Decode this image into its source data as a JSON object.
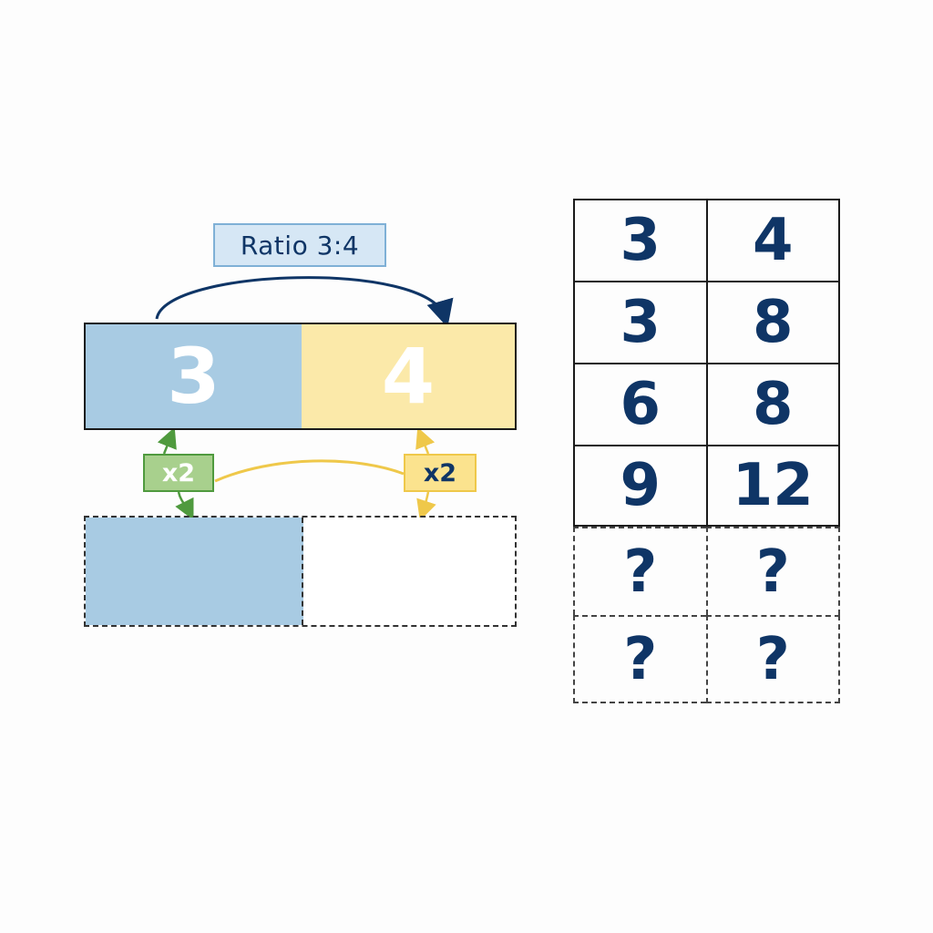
{
  "title": "Ratio 3:4",
  "tape": {
    "top_left_value": "3",
    "top_right_value": "4",
    "multiplier_left": "x2",
    "multiplier_right": "x2"
  },
  "table": {
    "rows": [
      [
        "3",
        "4"
      ],
      [
        "3",
        "8"
      ],
      [
        "6",
        "8"
      ],
      [
        "9",
        "12"
      ],
      [
        "?",
        "?"
      ],
      [
        "?",
        "?"
      ]
    ],
    "unknown_rows": [
      4,
      5
    ]
  },
  "colors": {
    "part_a": "#a8cbe3",
    "part_b": "#fbe9a9",
    "multiplier_green": "#a8d08d",
    "multiplier_yellow": "#fbe38e",
    "text_navy": "#0f3566"
  }
}
